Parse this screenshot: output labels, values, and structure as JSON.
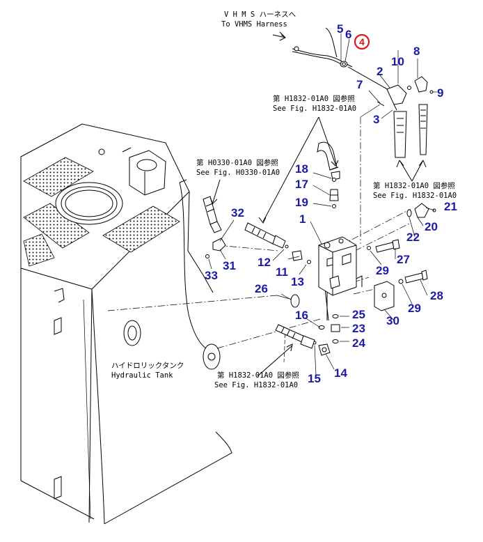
{
  "annotations": {
    "vhms_jp": "V H M S ハーネスへ",
    "vhms_en": "To VHMS Harness",
    "ref_a_jp": "第 H1832-01A0 図参照",
    "ref_a_en": "See Fig. H1832-01A0",
    "ref_b_jp": "第 H0330-01A0 図参照",
    "ref_b_en": "See Fig. H0330-01A0",
    "ref_c_jp": "第 H1832-01A0 図参照",
    "ref_c_en": "See Fig. H1832-01A0",
    "ref_d_jp": "第 H1832-01A0 図参照",
    "ref_d_en": "See Fig. H1832-01A0",
    "tank_jp": "ハイドロリックタンク",
    "tank_en": "Hydraulic Tank"
  },
  "part_numbers": {
    "p1": "1",
    "p2": "2",
    "p3": "3",
    "p4": "4",
    "p5": "5",
    "p6": "6",
    "p7": "7",
    "p8": "8",
    "p9": "9",
    "p10": "10",
    "p11": "11",
    "p12": "12",
    "p13": "13",
    "p14": "14",
    "p15": "15",
    "p16": "16",
    "p17": "17",
    "p18": "18",
    "p19": "19",
    "p20": "20",
    "p21": "21",
    "p22": "22",
    "p23": "23",
    "p24": "24",
    "p25": "25",
    "p26": "26",
    "p27": "27",
    "p28": "28",
    "p29a": "29",
    "p29b": "29",
    "p30": "30",
    "p31": "31",
    "p32": "32",
    "p33": "33"
  },
  "highlighted_part": "4",
  "colors": {
    "part_number": "#1a1aa6",
    "highlight": "#d81818",
    "line": "#000000"
  }
}
